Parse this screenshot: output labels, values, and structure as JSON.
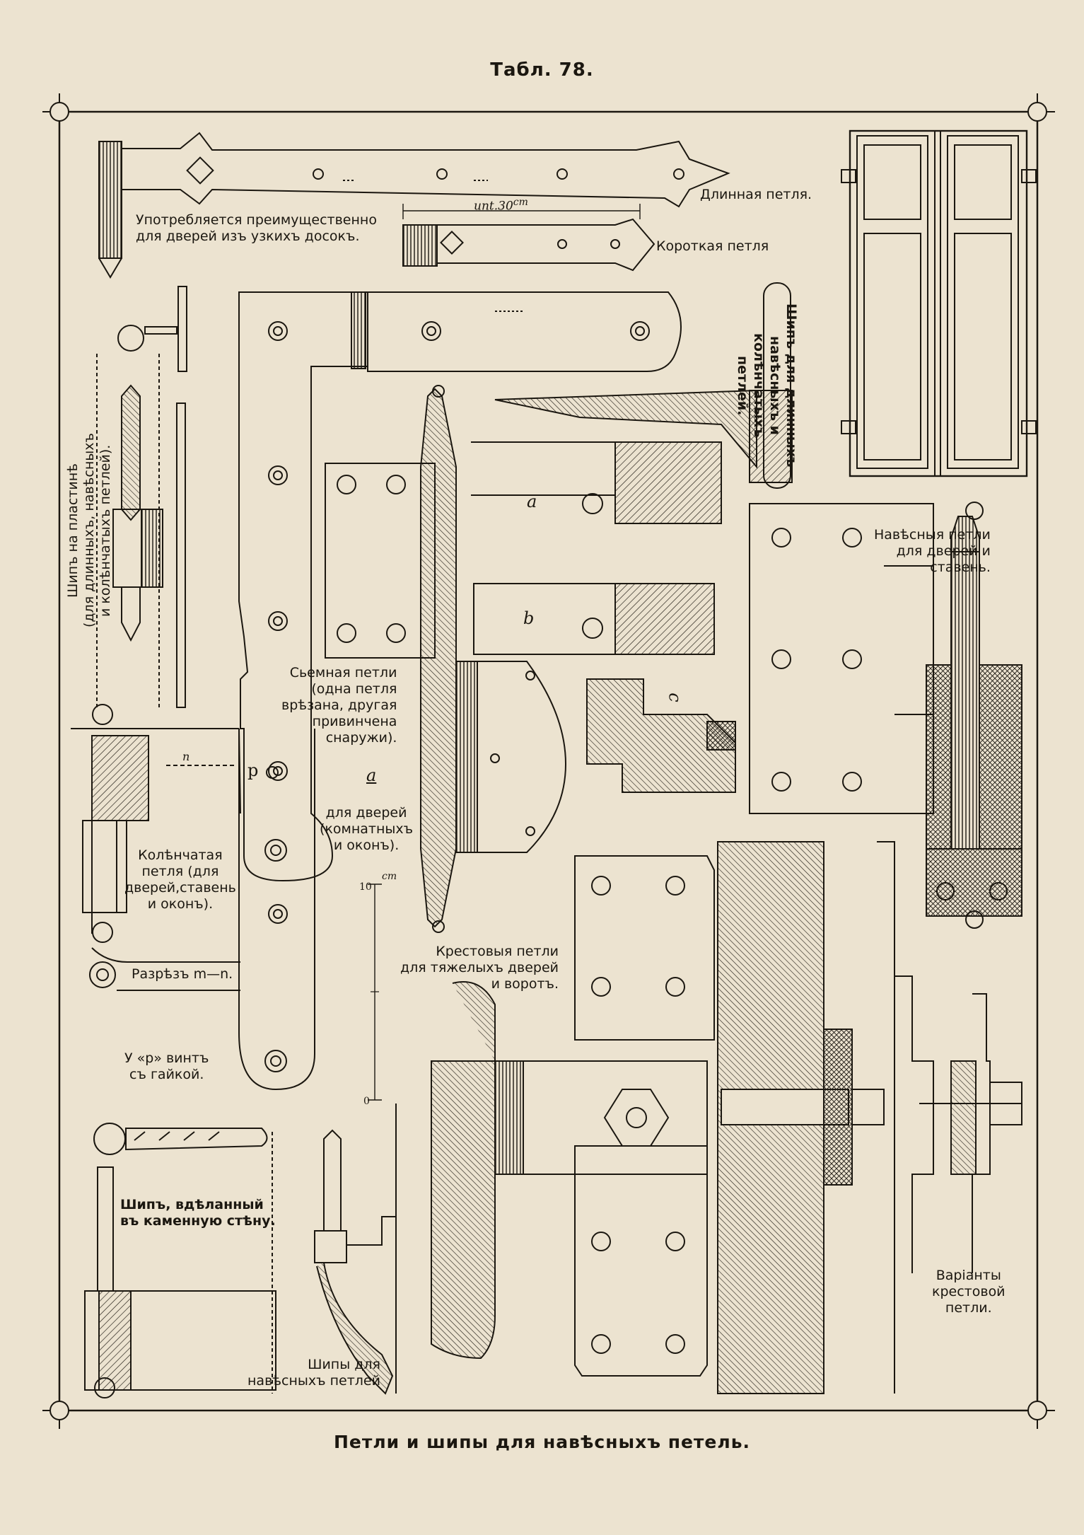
{
  "plate": {
    "number": "Табл. 78.",
    "caption": "Петли и шипы для навѣсныхъ петель."
  },
  "labels": {
    "long_hinge": "Длинная петля.",
    "short_hinge": "Короткая петля",
    "narrow_boards": "Употребляется преимущественно\nдля дверей изъ узкихъ досокъ.",
    "dimension": "unt.30",
    "dimension_unit": "сm",
    "pin_on_plate": "Шипъ на пластинѣ\n(для длинныхъ, навѣсныхъ\nи колѣнчатыхъ петлей).",
    "pin_long_hinges": "Шипъ для длинныхъ\nнавѣсныхъ и\nколѣнчатыхъ\nпетлей.",
    "mark_a": "a",
    "mark_b": "b",
    "mark_c": "c",
    "mark_p": "p",
    "mark_n": "n",
    "removable": "Сьемная петли\n(одна петля\nврѣзана, другая\nпривинчена\nснаружи).",
    "mark_a_prime": "a",
    "for_doors": "для дверей\n(комнатныхъ\nи оконъ).",
    "hanging_hinges": "Навѣсныя петли\nдля дверей и\nставень.",
    "elbow_hinge": "Колѣнчатая\nпетля (для\nдверей,ставень\nи оконъ).",
    "section": "Разрѣзъ m—n.",
    "screw_nut": "У «р» винтъ\nсъ гайкой.",
    "scale_unit": "cm",
    "scale_top": "10",
    "scale_bottom": "0",
    "cross_hinges": "Крестовыя петли\nдля тяжелыхъ дверей\nи воротъ.",
    "pin_stone": "Шипъ, вдѣланный\nвъ каменную стѣну.",
    "pins_hanging": "Шипы для\nнавѣсныхъ петлей",
    "variants": "Варiанты\nкрестовой\nпетли."
  },
  "colors": {
    "paper": "#ece3d0",
    "ink": "#1b1710"
  }
}
